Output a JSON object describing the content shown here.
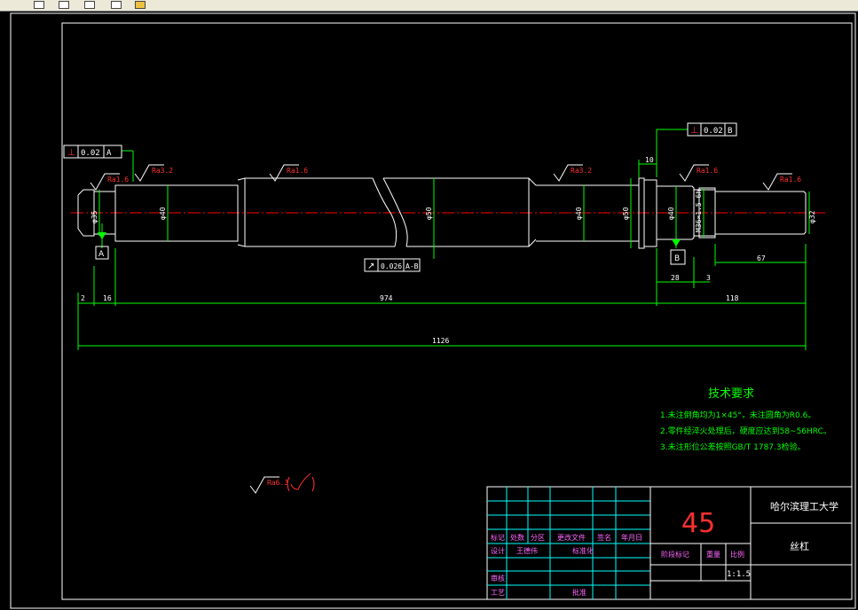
{
  "drawing": {
    "tolerance_frames": [
      {
        "symbol": "⊥",
        "value": "0.02",
        "datum": "A"
      },
      {
        "symbol": "⊥",
        "value": "0.02",
        "datum": "B"
      },
      {
        "symbol": "↗",
        "value": "0.026",
        "datum": "A-B"
      }
    ],
    "roughness": [
      "Ra1.6",
      "Ra3.2",
      "Ra1.6",
      "Ra3.2",
      "Ra1.6",
      "Ra1.6",
      "Ra6.3"
    ],
    "diameters": [
      "φ40",
      "φ50",
      "φ40",
      "φ50",
      "φ40",
      "φ32",
      "φ35"
    ],
    "thread": "M36×1.5-6h",
    "datums": [
      "A",
      "B"
    ],
    "dims": {
      "d16": "16",
      "d974": "974",
      "d118": "118",
      "d28": "28",
      "d3": "3",
      "d67": "67",
      "d10": "10",
      "d1126": "1126",
      "d2": "2"
    }
  },
  "tech": {
    "title": "技术要求",
    "lines": [
      "1.未注倒角均为1×45°，未注圆角为R0.6。",
      "2.零件经淬火处理后，硬度应达到58~56HRC。",
      "3.未注形位公差按照GB/T 1787.3检验。"
    ]
  },
  "title_block": {
    "material": "45",
    "school": "哈尔滨理工大学",
    "part_name": "丝杠",
    "scale": "1:1.5",
    "labels": {
      "mark": "标记",
      "count": "处数",
      "zone": "分区",
      "change_doc": "更改文件",
      "sign": "签名",
      "date": "年月日",
      "design": "设计",
      "designer": "王德伟",
      "standard": "标准化",
      "stage_mark": "阶段标记",
      "weight": "重量",
      "scale_lbl": "比例",
      "review": "审核",
      "process": "工艺",
      "approve": "批准"
    }
  }
}
